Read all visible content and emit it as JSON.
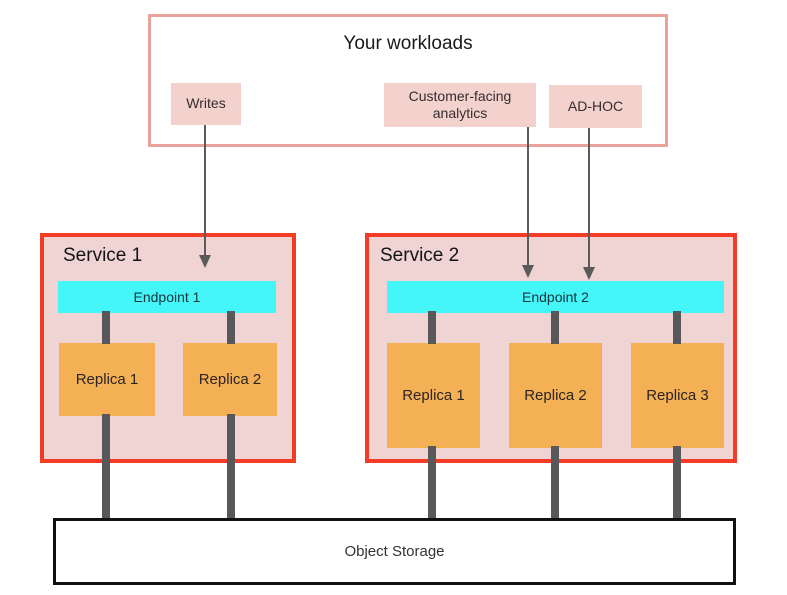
{
  "diagram": {
    "workloads": {
      "title": "Your workloads",
      "items": [
        {
          "label": "Writes"
        },
        {
          "label": "Customer-facing analytics"
        },
        {
          "label": "AD-HOC"
        }
      ]
    },
    "services": [
      {
        "name": "Service 1",
        "endpoint": "Endpoint 1",
        "replicas": [
          "Replica 1",
          "Replica 2"
        ]
      },
      {
        "name": "Service 2",
        "endpoint": "Endpoint 2",
        "replicas": [
          "Replica 1",
          "Replica 2",
          "Replica 3"
        ]
      }
    ],
    "storage": {
      "label": "Object Storage"
    },
    "colors": {
      "workloads_border": "#e9a29b",
      "workload_item_fill": "#f3d1cd",
      "service_border": "#f33b26",
      "service_fill": "#f0d4d4",
      "endpoint_fill": "#45f6f9",
      "replica_fill": "#f4b054",
      "connector_gray": "#58585a",
      "arrow_gray": "#5a5a5a",
      "storage_border": "#111111"
    }
  }
}
